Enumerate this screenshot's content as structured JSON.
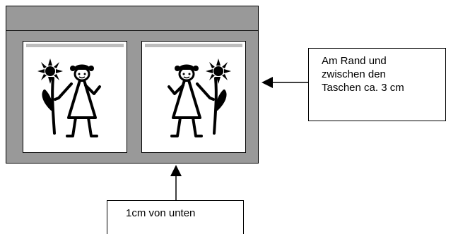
{
  "side_note": {
    "lines": [
      "Am Rand und",
      "zwischen den",
      "Taschen ca. 3 cm"
    ]
  },
  "bottom_note": {
    "text": "1cm von unten"
  },
  "colors": {
    "board": "#999999",
    "pocket": "#ffffff",
    "pocket_rim": "#bdbdbd",
    "ink": "#000000"
  },
  "icons": [
    "girl-with-flower-icon",
    "arrow-left-icon",
    "arrow-up-icon"
  ]
}
